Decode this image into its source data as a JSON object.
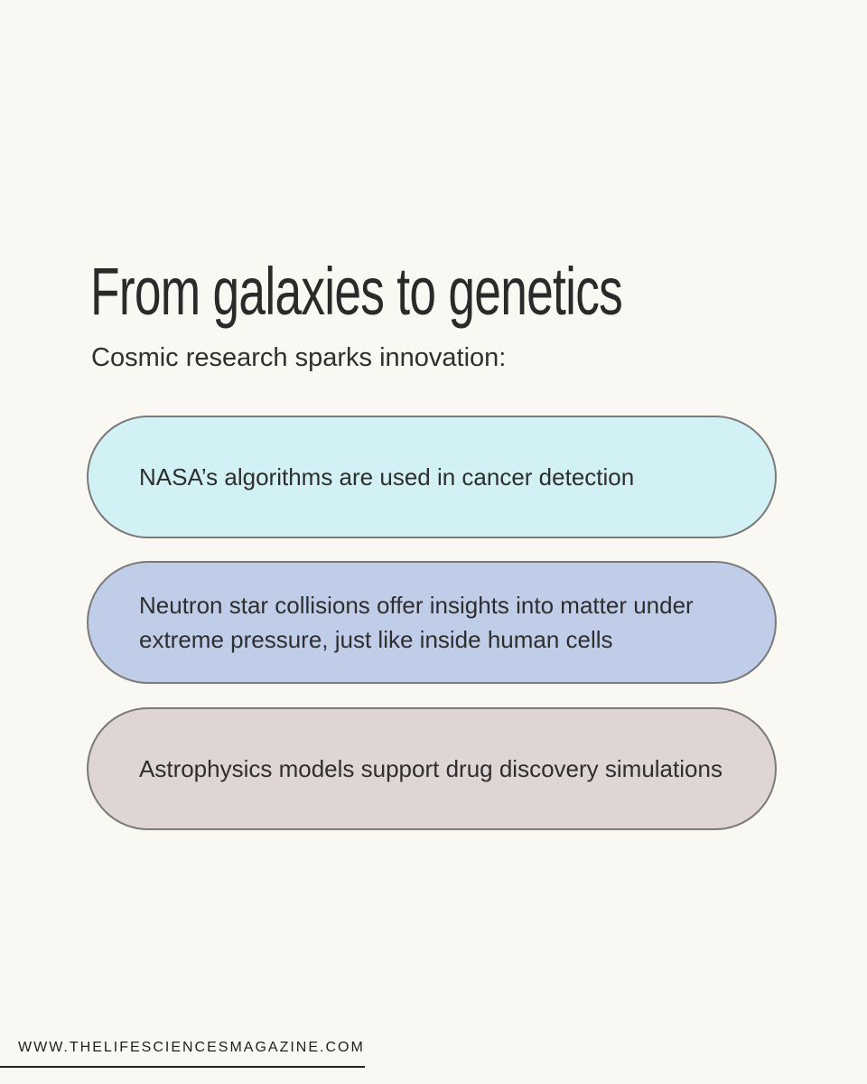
{
  "headline": "From galaxies to genetics",
  "subtitle": "Cosmic research sparks innovation:",
  "items": [
    {
      "text": "NASA’s algorithms are used in cancer detection",
      "color": "#d2f1f5"
    },
    {
      "text": "Neutron star collisions offer insights into matter under extreme pressure, just like inside human cells",
      "color": "#c0cde8"
    },
    {
      "text": "Astrophysics models support drug discovery simulations",
      "color": "#dfd5d5"
    }
  ],
  "footer": {
    "url": "WWW.THELIFESCIENCESMAGAZINE.COM"
  },
  "colors": {
    "background": "#f9f8f2",
    "text": "#2b2b2b",
    "border": "#7a7a7a"
  }
}
